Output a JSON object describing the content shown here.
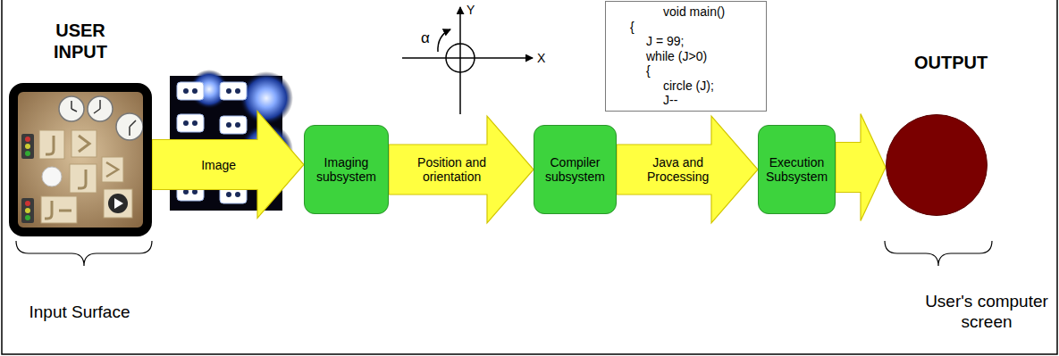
{
  "diagram": {
    "nodes": [
      {
        "text": [
          "USER INPUT"
        ]
      },
      {
        "text": [
          "Imaging subsystem"
        ]
      },
      {
        "text": [
          "void main()",
          "{",
          "J = 99;",
          "while (J>0)",
          "{",
          "circle (J);",
          "J--"
        ]
      },
      {
        "text": [
          "Compiler subsystem"
        ]
      },
      {
        "text": [
          "Execution Subsystem"
        ]
      },
      {
        "text": [
          "OUTPUT"
        ]
      }
    ],
    "edges": [
      {
        "from": 0,
        "to": 1,
        "arrow": "to",
        "label": "Image"
      },
      {
        "from": 1,
        "to": 3,
        "arrow": "to",
        "label": "Position and orientation"
      },
      {
        "from": 3,
        "to": 4,
        "arrow": "to",
        "label": "Java and Processing"
      },
      {
        "from": 4,
        "to": 5,
        "arrow": "to"
      }
    ],
    "labels": [
      "α",
      "Y",
      "X",
      "Input Surface",
      "User's computer screen"
    ]
  }
}
